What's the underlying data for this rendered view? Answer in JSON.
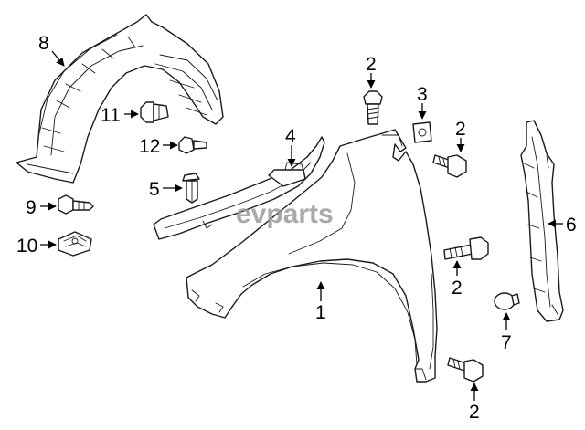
{
  "watermark": "evparts",
  "colors": {
    "line": "#1a1a1a",
    "watermark": "#9a9a9a"
  },
  "callouts": {
    "c1": "1",
    "c2a": "2",
    "c2b": "2",
    "c2c": "2",
    "c2d": "2",
    "c3": "3",
    "c4": "4",
    "c5": "5",
    "c6": "6",
    "c7": "7",
    "c8": "8",
    "c9": "9",
    "c10": "10",
    "c11": "11",
    "c12": "12"
  }
}
